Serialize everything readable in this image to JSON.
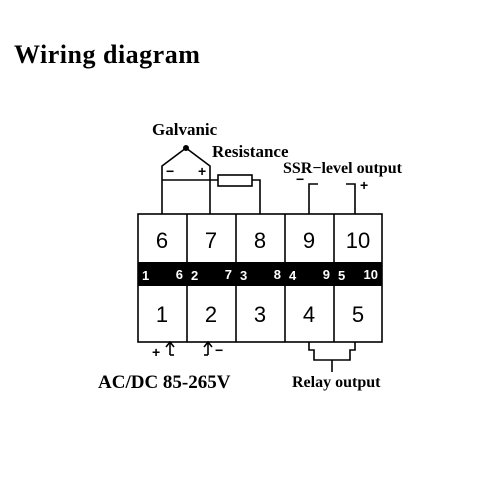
{
  "title": "Wiring diagram",
  "labels": {
    "galvanic": "Galvanic",
    "resistance": "Resistance",
    "ssr": "SSR−level output",
    "acdc": "AC/DC 85-265V",
    "relay": "Relay output"
  },
  "polarity": {
    "galvanic_minus": "−",
    "galvanic_plus": "+",
    "ssr_minus": "−",
    "ssr_plus": "+",
    "ac_plus": "+",
    "ac_minus": "−"
  },
  "top_terminals": [
    "6",
    "7",
    "8",
    "9",
    "10"
  ],
  "bottom_terminals": [
    "1",
    "2",
    "3",
    "4",
    "5"
  ],
  "band_pairs": [
    {
      "left": "1",
      "right": "6"
    },
    {
      "left": "2",
      "right": "7"
    },
    {
      "left": "3",
      "right": "8"
    },
    {
      "left": "4",
      "right": "9"
    },
    {
      "left": "5",
      "right": "10"
    }
  ],
  "colors": {
    "line": "#000000",
    "band": "#000000",
    "background": "#ffffff"
  }
}
